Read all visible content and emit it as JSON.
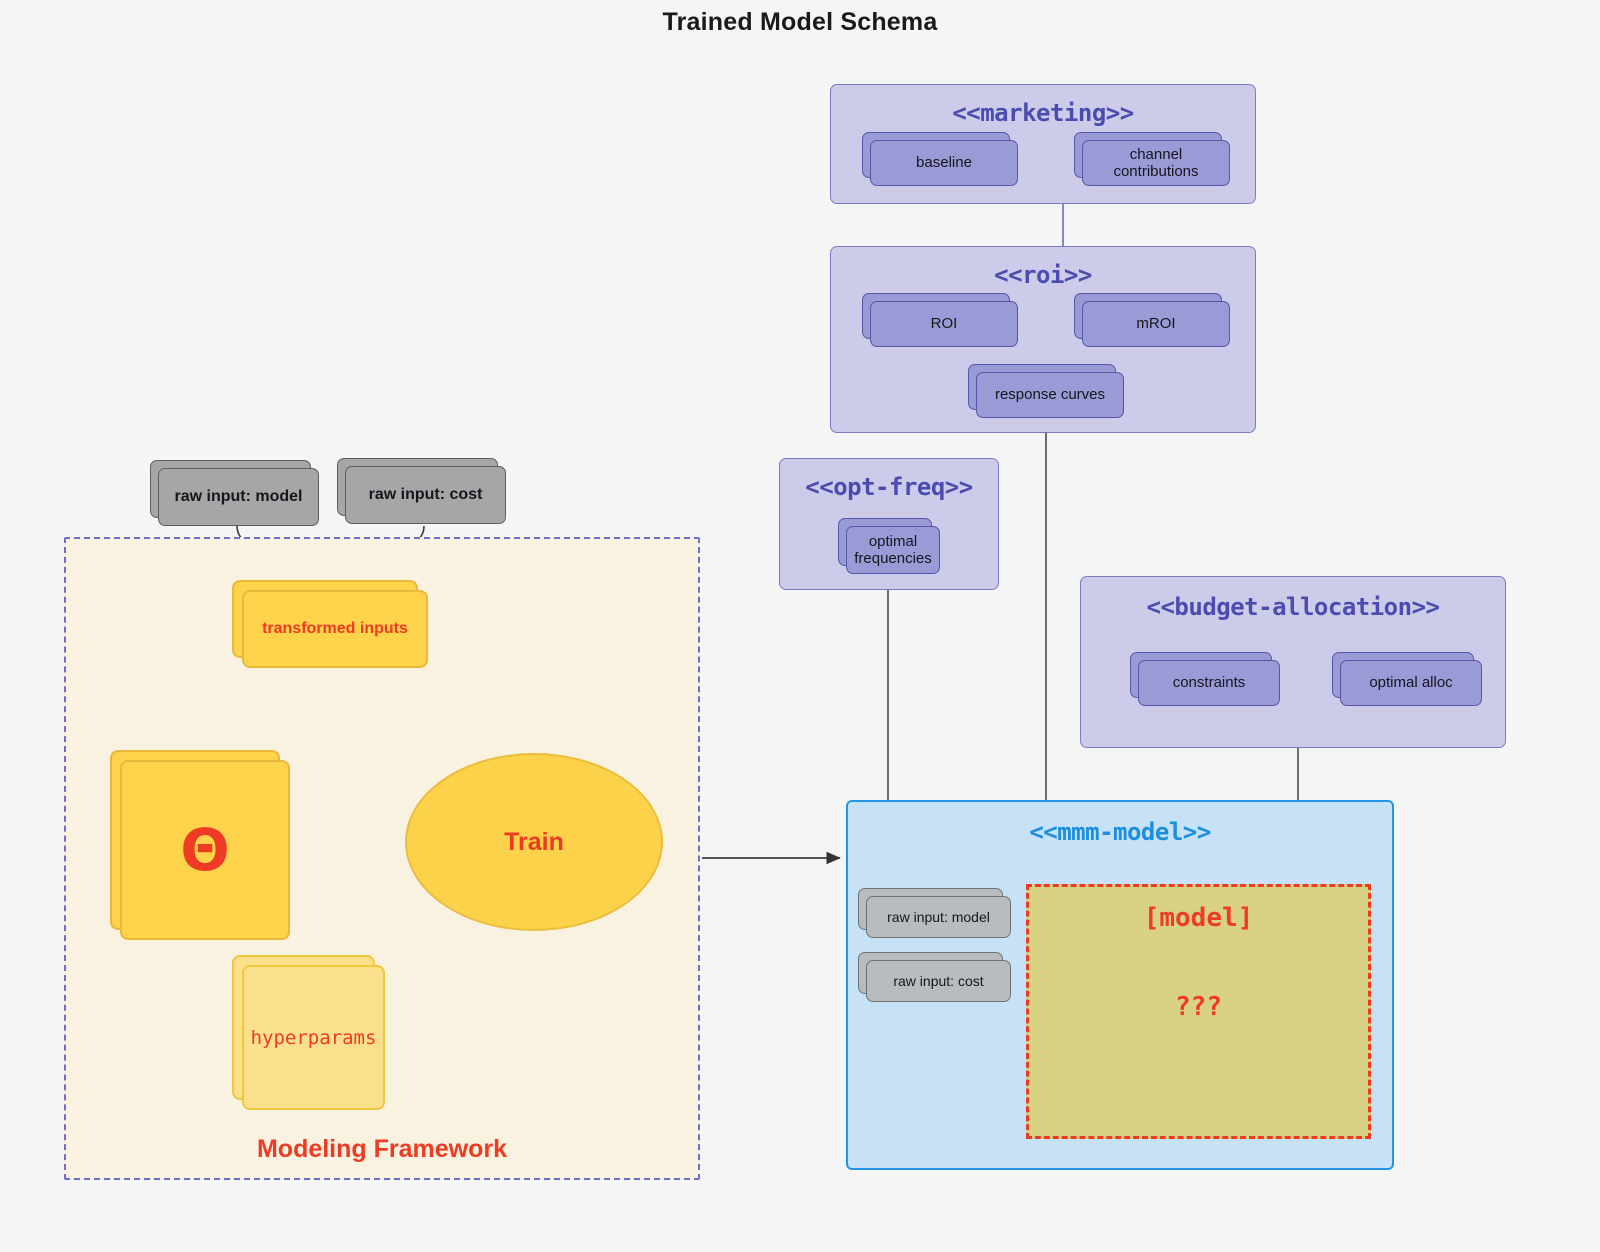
{
  "title": "Trained Model Schema",
  "colors": {
    "background": "#f5f5f6",
    "package_fill": "#ccccea",
    "package_border": "#7b7bc4",
    "package_title": "#4c4cb0",
    "card_fill": "#9a9ad6",
    "card_border": "#5656a8",
    "gray_card_fill": "#a6a6a6",
    "amber_card_fill": "#fcd34a",
    "amber_card_light": "#fbe08c",
    "accent_red": "#ef3b24",
    "framework_fill": "#faf2e0",
    "framework_border": "#6d6dcb",
    "mmm_fill": "#c7e2f7",
    "mmm_border": "#2196e8",
    "mmm_title": "#1b8fe0",
    "placeholder_fill": "#d9d184"
  },
  "packages": {
    "marketing": {
      "title": "<<marketing>>",
      "cards": [
        {
          "label": "baseline"
        },
        {
          "label": "channel contributions"
        }
      ],
      "relation": "bidirectional"
    },
    "roi": {
      "title": "<<roi>>",
      "cards": [
        {
          "label": "ROI"
        },
        {
          "label": "mROI"
        },
        {
          "label": "response curves"
        }
      ],
      "relation": "bidirectional"
    },
    "opt_freq": {
      "title": "<<opt-freq>>",
      "cards": [
        {
          "label": "optimal\nfrequencies"
        }
      ]
    },
    "budget_allocation": {
      "title": "<<budget-allocation>>",
      "cards": [
        {
          "label": "constraints"
        },
        {
          "label": "optimal alloc"
        }
      ],
      "relation": "bidirectional"
    },
    "mmm_model": {
      "title": "<<mmm-model>>",
      "inputs": [
        {
          "label": "raw input: model"
        },
        {
          "label": "raw input: cost"
        }
      ],
      "placeholder": {
        "title": "[model]",
        "body": "???"
      }
    }
  },
  "modeling_framework": {
    "label": "Modeling Framework",
    "raw_inputs": [
      {
        "label": "raw input: model"
      },
      {
        "label": "raw input: cost"
      }
    ],
    "transformed_inputs": {
      "label": "transformed inputs"
    },
    "theta": {
      "label": "Θ"
    },
    "hyperparams": {
      "label": "hyperparams"
    },
    "train": {
      "label": "Train"
    }
  },
  "edges": [
    {
      "from": "raw input: model",
      "to": "transformed inputs",
      "style": "curved-arrow",
      "color": "#444"
    },
    {
      "from": "raw input: cost",
      "to": "transformed inputs",
      "style": "curved-arrow",
      "color": "#444"
    },
    {
      "from": "transformed inputs",
      "to": "Train",
      "style": "curved-arrow",
      "color": "#ef3b24"
    },
    {
      "from": "Θ",
      "to": "Train",
      "style": "straight-arrow",
      "color": "#ef3b24"
    },
    {
      "from": "hyperparams",
      "to": "Train",
      "style": "curved-arrow",
      "color": "#ef3b24"
    },
    {
      "from": "Modeling Framework",
      "to": "<<mmm-model>>",
      "style": "straight-arrow",
      "color": "#444"
    },
    {
      "from": "<<marketing>>",
      "to": "<<roi>>",
      "style": "line",
      "color": "#6b6bb8"
    },
    {
      "from": "<<roi>>",
      "to": "<<mmm-model>>",
      "style": "line",
      "color": "#555"
    },
    {
      "from": "<<opt-freq>>",
      "to": "<<mmm-model>>",
      "style": "line",
      "color": "#555"
    },
    {
      "from": "<<budget-allocation>>",
      "to": "<<mmm-model>>",
      "style": "line",
      "color": "#555"
    }
  ]
}
